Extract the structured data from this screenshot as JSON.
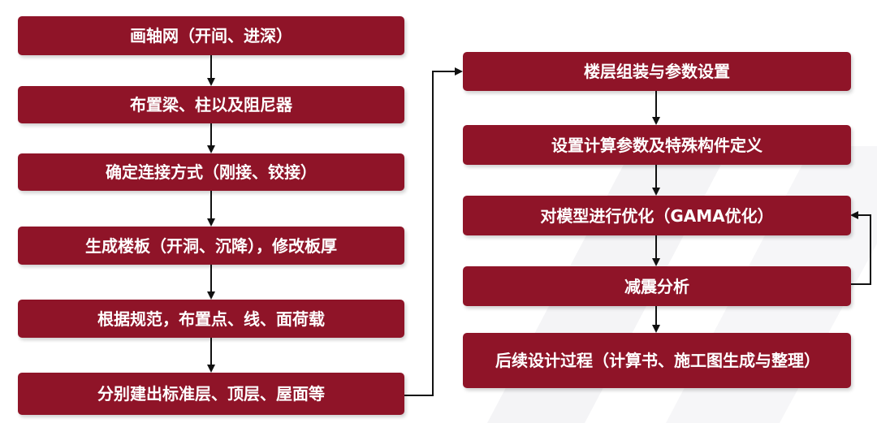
{
  "left_column": [
    {
      "id": "L1",
      "label": "画轴网（开间、进深）"
    },
    {
      "id": "L2",
      "label": "布置梁、柱以及阻尼器"
    },
    {
      "id": "L3",
      "label": "确定连接方式（刚接、铰接）"
    },
    {
      "id": "L4",
      "label": "生成楼板（开洞、沉降），修改板厚"
    },
    {
      "id": "L5",
      "label": "根据规范，布置点、线、面荷载"
    },
    {
      "id": "L6",
      "label": "分别建出标准层、顶层、屋面等"
    }
  ],
  "right_column": [
    {
      "id": "R1",
      "label": "楼层组装与参数设置"
    },
    {
      "id": "R2",
      "label": "设置计算参数及特殊构件定义"
    },
    {
      "id": "R3",
      "label": "对模型进行优化（GAMA优化）"
    },
    {
      "id": "R4",
      "label": "减震分析"
    },
    {
      "id": "R5",
      "label": "后续设计过程（计算书、施工图生成与整理）"
    }
  ],
  "connections": [
    {
      "from": "L1",
      "to": "L2"
    },
    {
      "from": "L2",
      "to": "L3"
    },
    {
      "from": "L3",
      "to": "L4"
    },
    {
      "from": "L4",
      "to": "L5"
    },
    {
      "from": "L5",
      "to": "L6"
    },
    {
      "from": "L6",
      "to": "R1"
    },
    {
      "from": "R1",
      "to": "R2"
    },
    {
      "from": "R2",
      "to": "R3"
    },
    {
      "from": "R3",
      "to": "R4"
    },
    {
      "from": "R4",
      "to": "R3"
    },
    {
      "from": "R4",
      "to": "R5"
    }
  ],
  "colors": {
    "box": "#8f1428",
    "text": "#ffffff",
    "arrow": "#111111"
  }
}
